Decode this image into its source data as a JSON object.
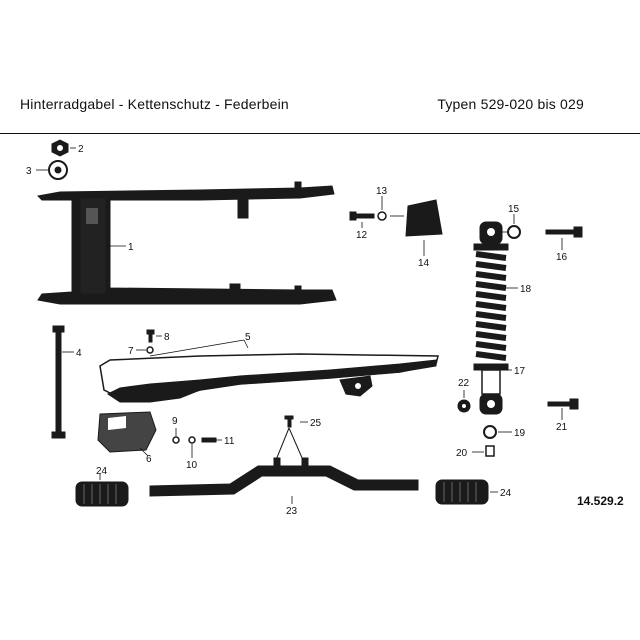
{
  "header": {
    "title": "Hinterradgabel - Kettenschutz - Federbein",
    "types": "Typen 529-020 bis 029"
  },
  "drawing_code": "14.529.2",
  "parts": [
    {
      "id": "p1",
      "number": "1"
    },
    {
      "id": "p2",
      "number": "2"
    },
    {
      "id": "p3",
      "number": "3"
    },
    {
      "id": "p4",
      "number": "4"
    },
    {
      "id": "p5",
      "number": "5"
    },
    {
      "id": "p6",
      "number": "6"
    },
    {
      "id": "p7",
      "number": "7"
    },
    {
      "id": "p8",
      "number": "8"
    },
    {
      "id": "p9",
      "number": "9"
    },
    {
      "id": "p10",
      "number": "10"
    },
    {
      "id": "p11",
      "number": "11"
    },
    {
      "id": "p12",
      "number": "12"
    },
    {
      "id": "p13",
      "number": "13"
    },
    {
      "id": "p14",
      "number": "14"
    },
    {
      "id": "p15",
      "number": "15"
    },
    {
      "id": "p16",
      "number": "16"
    },
    {
      "id": "p17",
      "number": "17"
    },
    {
      "id": "p18",
      "number": "18"
    },
    {
      "id": "p19",
      "number": "19"
    },
    {
      "id": "p20",
      "number": "20"
    },
    {
      "id": "p21",
      "number": "21"
    },
    {
      "id": "p22",
      "number": "22"
    },
    {
      "id": "p23",
      "number": "23"
    },
    {
      "id": "p24a",
      "number": "24"
    },
    {
      "id": "p24b",
      "number": "24"
    },
    {
      "id": "p25",
      "number": "25"
    }
  ]
}
